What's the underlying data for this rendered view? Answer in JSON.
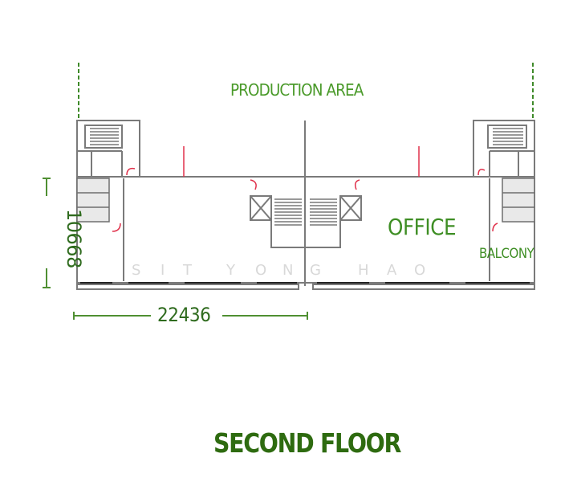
{
  "title": "SECOND FLOOR",
  "labels": {
    "production_area": "PRODUCTION AREA",
    "office": "OFFICE",
    "balcony": "BALCONY"
  },
  "dimensions": {
    "width": "22436",
    "depth": "10668"
  },
  "watermark": [
    "S",
    "I",
    "T",
    "Y",
    "O",
    "N",
    "G",
    "H",
    "A",
    "O"
  ],
  "colors": {
    "label_green": "#4a9a2a",
    "title_green": "#2e6b10",
    "dimension_green": "#2f6b1e",
    "wall": "#6e6e6e",
    "door_swing": "#e0304a"
  }
}
